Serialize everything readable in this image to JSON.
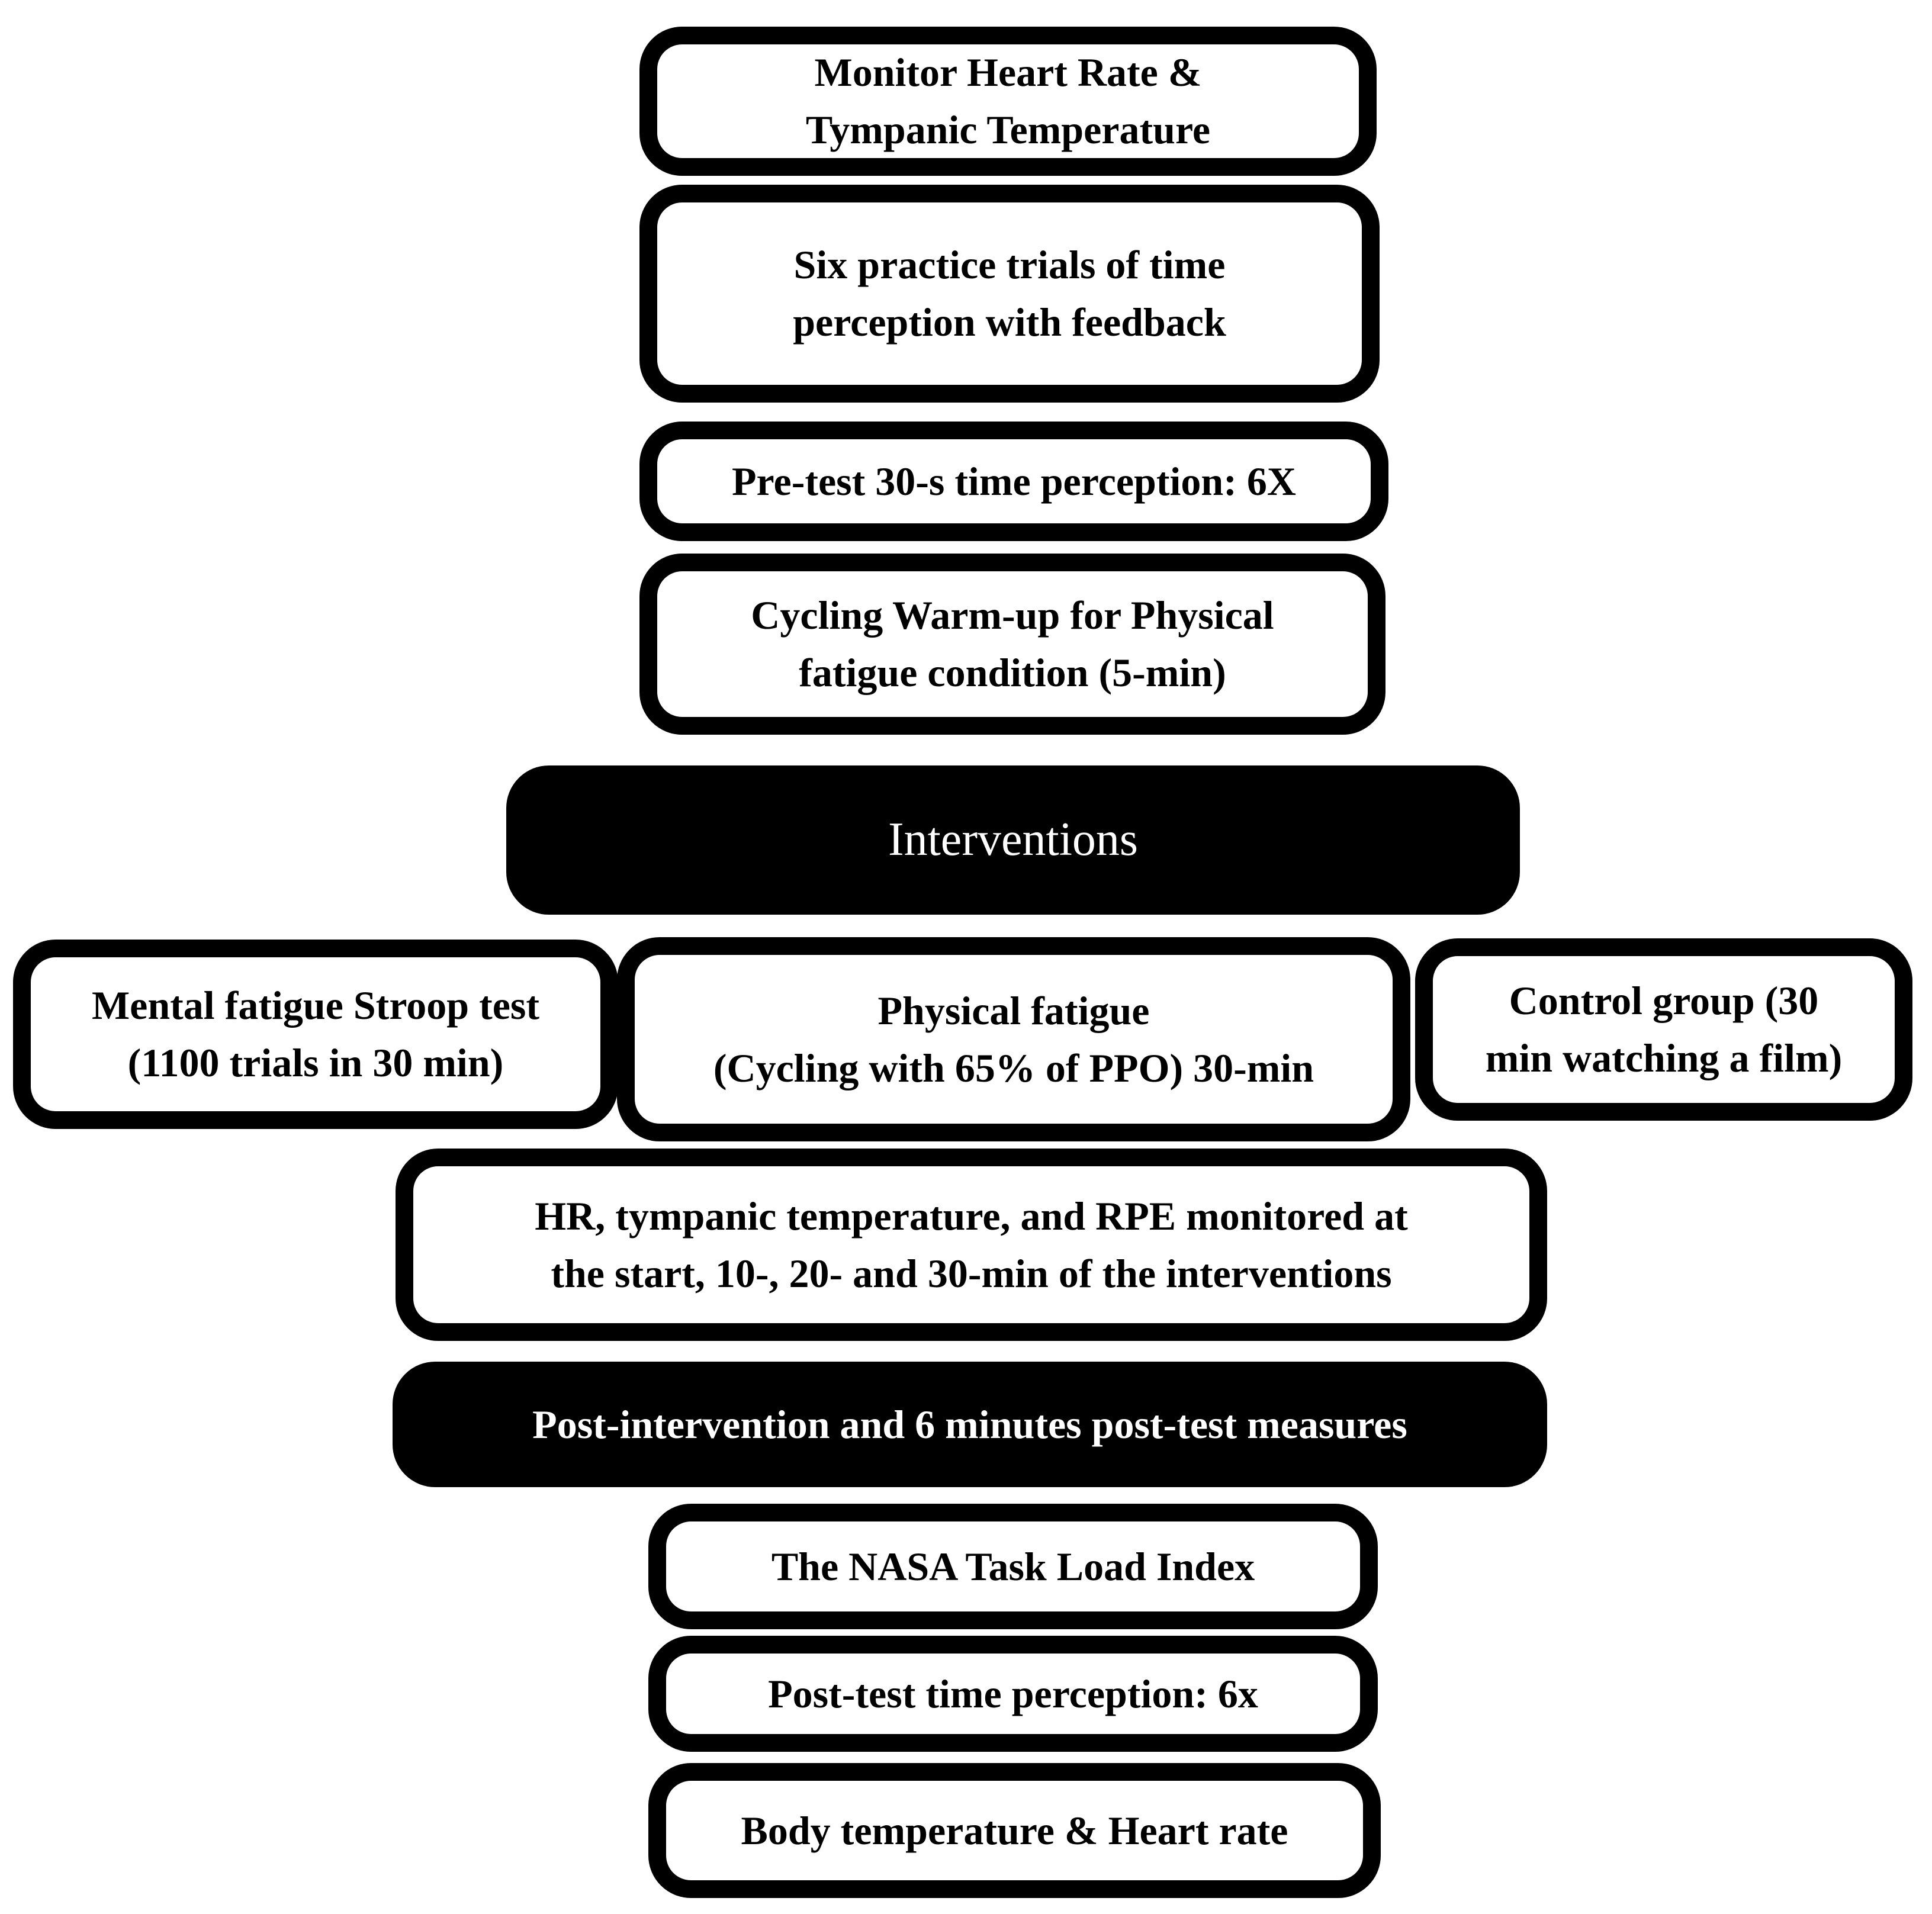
{
  "figure": {
    "type": "flowchart",
    "background": "#ffffff",
    "colors": {
      "box_border": "#000000",
      "box_fill": "#ffffff",
      "box_text": "#000000",
      "header_fill": "#000000",
      "header_text": "#ffffff"
    },
    "nodes": [
      {
        "id": "monitor-heart-rate",
        "variant": "process",
        "label": "Monitor Heart Rate &\nTympanic Temperature"
      },
      {
        "id": "practice-trials",
        "variant": "process",
        "label": "Six practice trials of time\nperception with feedback"
      },
      {
        "id": "pretest-time-perception",
        "variant": "process",
        "label": "Pre-test 30-s time perception: 6X"
      },
      {
        "id": "cycling-warmup",
        "variant": "process",
        "label": "Cycling Warm-up for Physical\nfatigue condition (5-min)"
      },
      {
        "id": "interventions-header",
        "variant": "header",
        "label": "Interventions"
      },
      {
        "id": "mental-fatigue",
        "variant": "process",
        "label": "Mental fatigue Stroop test\n(1100 trials in 30 min)"
      },
      {
        "id": "physical-fatigue",
        "variant": "process",
        "label": "Physical fatigue\n(Cycling with 65% of PPO) 30-min"
      },
      {
        "id": "control-group",
        "variant": "process",
        "label": "Control group (30\nmin watching a film)"
      },
      {
        "id": "hr-monitoring",
        "variant": "process",
        "label": "HR, tympanic temperature, and RPE monitored at\nthe start, 10-, 20- and 30-min of the interventions"
      },
      {
        "id": "post-measures-header",
        "variant": "header",
        "label": "Post-intervention and 6 minutes post-test measures"
      },
      {
        "id": "nasa-tlx",
        "variant": "process",
        "label": "The NASA Task Load Index"
      },
      {
        "id": "posttest-time-perception",
        "variant": "process",
        "label": "Post-test time perception: 6x"
      },
      {
        "id": "body-temperature",
        "variant": "process",
        "label": "Body temperature & Heart rate"
      }
    ]
  }
}
